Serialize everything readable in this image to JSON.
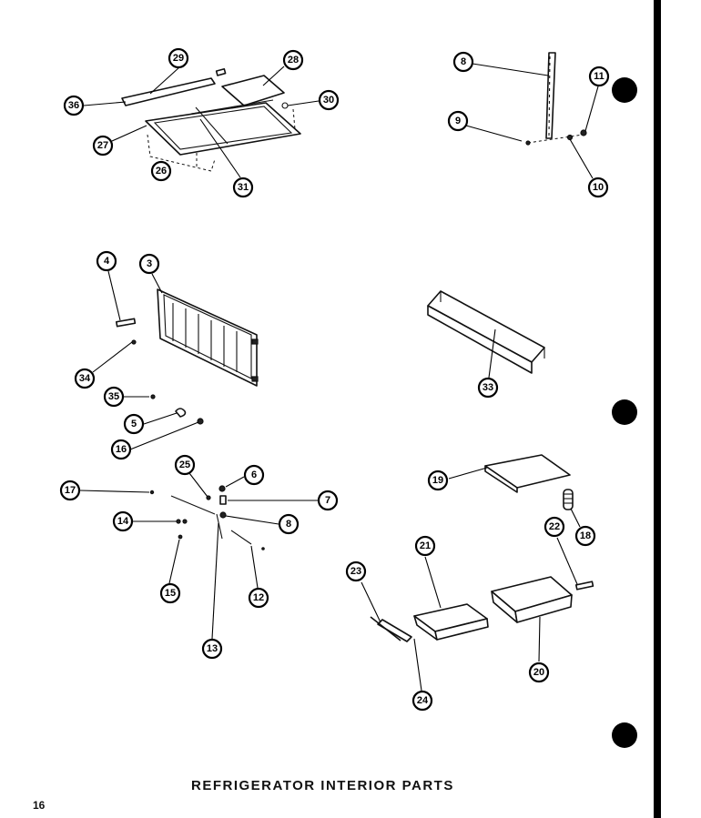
{
  "page": {
    "title": "REFRIGERATOR INTERIOR PARTS",
    "page_number": "16"
  },
  "callouts": [
    {
      "label": "29"
    },
    {
      "label": "28"
    },
    {
      "label": "36"
    },
    {
      "label": "30"
    },
    {
      "label": "27"
    },
    {
      "label": "26"
    },
    {
      "label": "31"
    },
    {
      "label": "8"
    },
    {
      "label": "11"
    },
    {
      "label": "9"
    },
    {
      "label": "10"
    },
    {
      "label": "4"
    },
    {
      "label": "3"
    },
    {
      "label": "34"
    },
    {
      "label": "35"
    },
    {
      "label": "5"
    },
    {
      "label": "16"
    },
    {
      "label": "33"
    },
    {
      "label": "17"
    },
    {
      "label": "25"
    },
    {
      "label": "6"
    },
    {
      "label": "7"
    },
    {
      "label": "14"
    },
    {
      "label": "8"
    },
    {
      "label": "15"
    },
    {
      "label": "12"
    },
    {
      "label": "13"
    },
    {
      "label": "19"
    },
    {
      "label": "18"
    },
    {
      "label": "22"
    },
    {
      "label": "21"
    },
    {
      "label": "23"
    },
    {
      "label": "24"
    },
    {
      "label": "20"
    }
  ]
}
